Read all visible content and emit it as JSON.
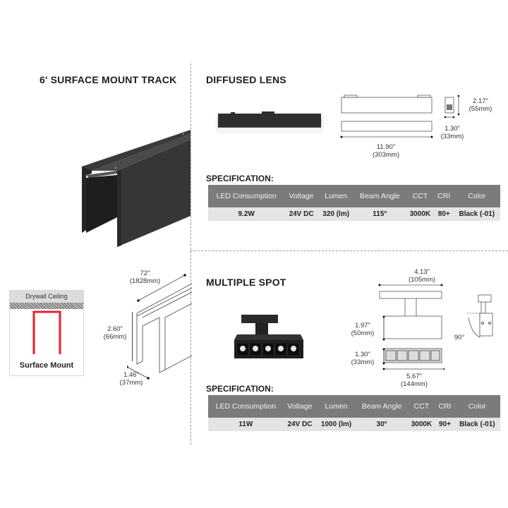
{
  "track": {
    "title": "6' SURFACE MOUNT TRACK",
    "dimensions": {
      "length_in": "72\"",
      "length_mm": "(1828mm)",
      "height_in": "2.60\"",
      "height_mm": "(66mm)",
      "width_in": "1.46\"",
      "width_mm": "(37mm)"
    },
    "mount": {
      "ceiling_label": "Drywall Ceiling",
      "mount_label": "Surface Mount",
      "bracket_color": "#e8202a"
    }
  },
  "diffused_lens": {
    "title": "DIFFUSED LENS",
    "dimensions": {
      "length_in": "11.90\"",
      "length_mm": "(303mm)",
      "height_in": "2.17\"",
      "height_mm": "(55mm)",
      "width_in": "1.30\"",
      "width_mm": "(33mm)"
    },
    "spec_label": "SPECIFICATION:",
    "headers": [
      "LED Consumption",
      "Voltage",
      "Lumen",
      "Beam Angle",
      "CCT",
      "CRI",
      "Color"
    ],
    "values": [
      "9.2W",
      "24V DC",
      "320 (lm)",
      "115°",
      "3000K",
      "80+",
      "Black (-01)"
    ]
  },
  "multiple_spot": {
    "title": "MULTIPLE SPOT",
    "dimensions": {
      "top_width_in": "4.13\"",
      "top_width_mm": "(105mm)",
      "height_in": "1.97\"",
      "height_mm": "(50mm)",
      "depth_in": "1.30\"",
      "depth_mm": "(33mm)",
      "length_in": "5.67\"",
      "length_mm": "(144mm)",
      "rotation": "90°"
    },
    "spec_label": "SPECIFICATION:",
    "headers": [
      "LED Consumption",
      "Voltage",
      "Lumen",
      "Beam Angle",
      "CCT",
      "CRI",
      "Color"
    ],
    "values": [
      "11W",
      "24V DC",
      "1000 (lm)",
      "30°",
      "3000K",
      "90+",
      "Black (-01)"
    ]
  },
  "colors": {
    "table_header_bg": "#7b7b7b",
    "table_row_bg": "#e4e4e4",
    "product_black": "#2b2b2b"
  }
}
